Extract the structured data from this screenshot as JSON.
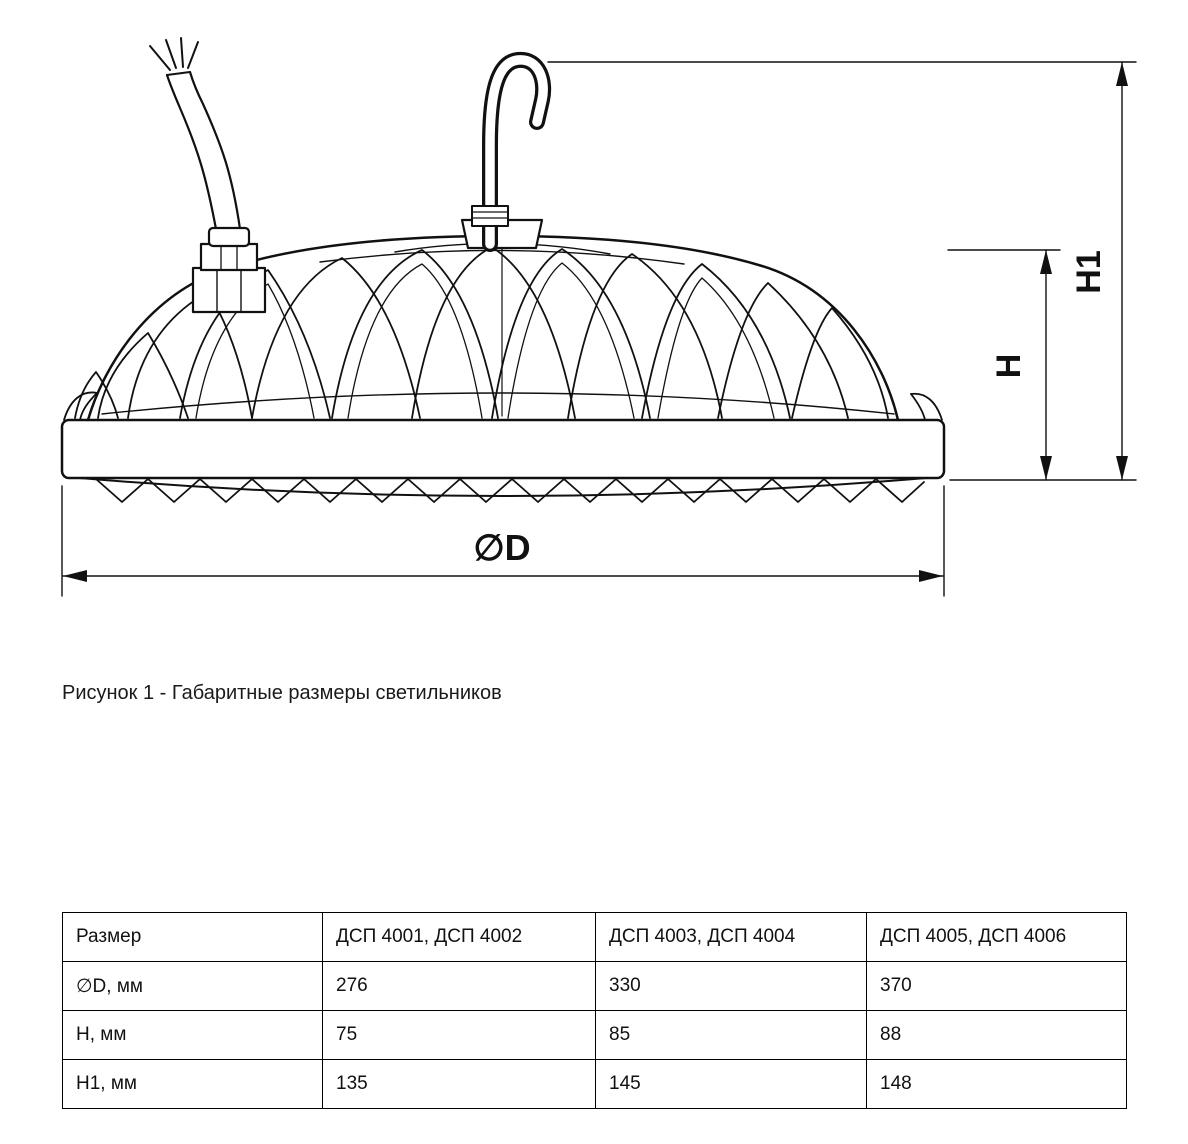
{
  "figure": {
    "caption": "Рисунок 1 - Габаритные размеры светильников",
    "dim_h": "H",
    "dim_h1": "H1",
    "dim_d": "∅D"
  },
  "table": {
    "header": [
      "Размер",
      "ДСП 4001, ДСП 4002",
      "ДСП 4003, ДСП 4004",
      "ДСП 4005, ДСП 4006"
    ],
    "rows": [
      [
        "∅D, мм",
        "276",
        "330",
        "370"
      ],
      [
        "H, мм",
        "75",
        "85",
        "88"
      ],
      [
        "H1, мм",
        "135",
        "145",
        "148"
      ]
    ]
  }
}
